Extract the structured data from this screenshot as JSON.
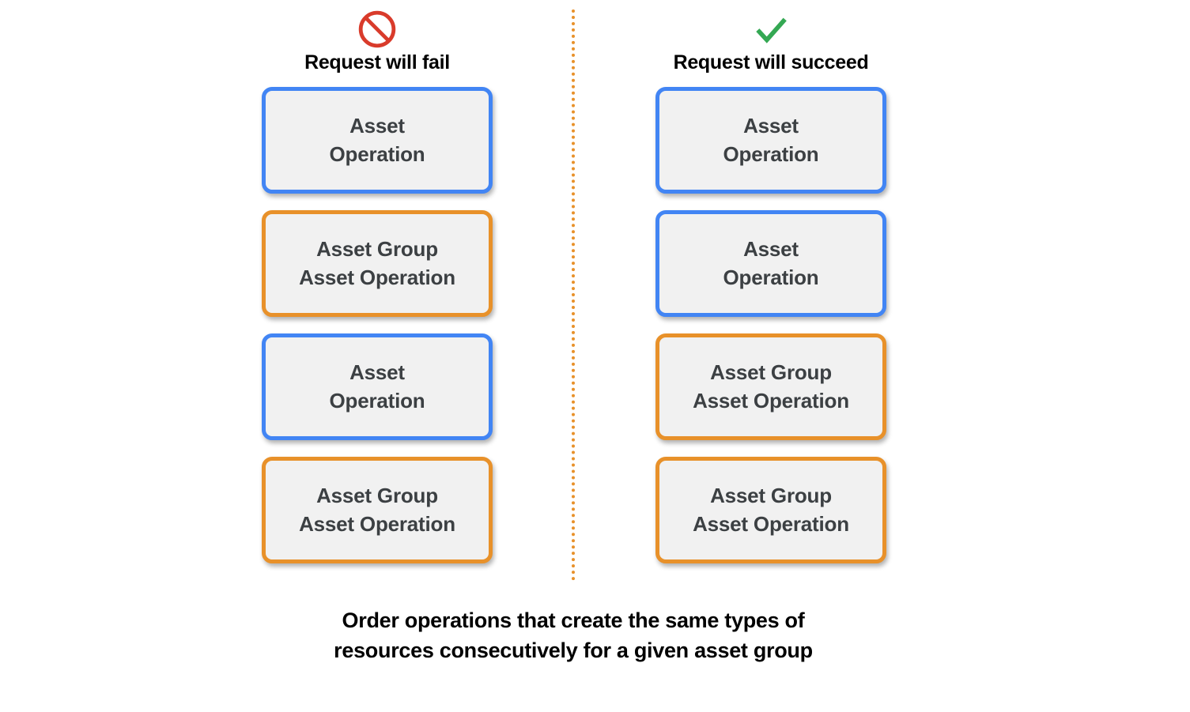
{
  "colors": {
    "card_fill": "#f1f1f1",
    "blue_border": "#4285f4",
    "orange_border": "#e8912a",
    "fail_icon": "#d93b2b",
    "success_icon": "#34a853",
    "divider": "#e8912a",
    "card_text": "#3c4043",
    "heading_text": "#000000",
    "background": "#ffffff"
  },
  "columns": [
    {
      "id": "fail",
      "icon_name": "prohibited-icon",
      "label": "Request will fail",
      "cards": [
        {
          "text": "Asset\nOperation",
          "type": "asset",
          "border": "blue"
        },
        {
          "text": "Asset Group\nAsset Operation",
          "type": "asset-group",
          "border": "orange"
        },
        {
          "text": "Asset\nOperation",
          "type": "asset",
          "border": "blue"
        },
        {
          "text": "Asset Group\nAsset Operation",
          "type": "asset-group",
          "border": "orange"
        }
      ]
    },
    {
      "id": "succeed",
      "icon_name": "checkmark-icon",
      "label": "Request will succeed",
      "cards": [
        {
          "text": "Asset\nOperation",
          "type": "asset",
          "border": "blue"
        },
        {
          "text": "Asset\nOperation",
          "type": "asset",
          "border": "blue"
        },
        {
          "text": "Asset Group\nAsset Operation",
          "type": "asset-group",
          "border": "orange"
        },
        {
          "text": "Asset Group\nAsset Operation",
          "type": "asset-group",
          "border": "orange"
        }
      ]
    }
  ],
  "caption": "Order operations that create the same types of\nresources consecutively for a given asset group"
}
